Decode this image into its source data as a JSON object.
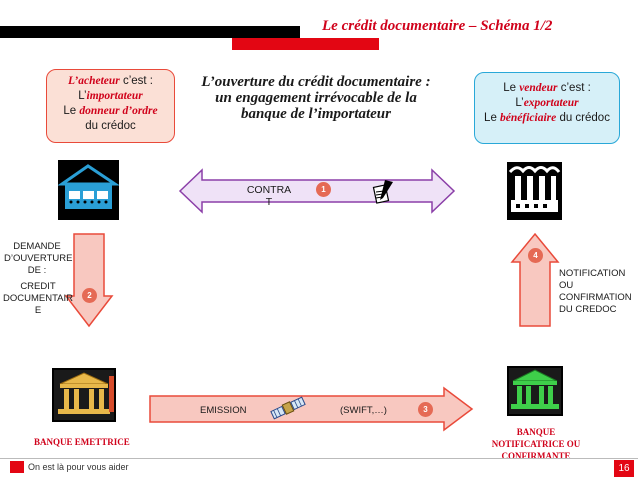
{
  "header": {
    "title": "Le crédit documentaire – Schéma 1/2"
  },
  "buyer_box": {
    "line1_hl": "L’acheteur",
    "line1_rest": " c’est :",
    "line2_pre": "L’",
    "line2_hl": "importateur",
    "line3_pre": "Le ",
    "line3_hl": "donneur d’ordre",
    "line4": "du crédoc"
  },
  "center_title": "L’ouverture du crédit documentaire : un engagement irrévocable de la banque de l’importateur",
  "seller_box": {
    "line1_pre": "Le ",
    "line1_hl": "vendeur",
    "line1_rest": " c’est :",
    "line2_pre": "L’",
    "line2_hl": "exportateur",
    "line3_pre": "Le ",
    "line3_hl": "bénéficiaire",
    "line3_rest": " du crédoc"
  },
  "contract_arrow": {
    "label": "CONTRA\nT",
    "step": "1"
  },
  "demand_label": {
    "line1": "DEMANDE\nD’OUVERTURE\nDE :",
    "line2": "CREDIT\nDOCUMENTAIR\nE",
    "step": "2"
  },
  "notification_label": {
    "text": "NOTIFICATION\nOU\nCONFIRMATION\nDU CREDOC",
    "step": "4"
  },
  "emission_arrow": {
    "label": "EMISSION",
    "swift": "(SWIFT,…)",
    "step": "3"
  },
  "issuing_bank": {
    "label": "BANQUE EMETTRICE"
  },
  "notifying_bank": {
    "label": "BANQUE\nNOTIFICATRICE OU\nCONFIRMANTE"
  },
  "footer": {
    "slogan": "On est là pour vous aider",
    "page": "16"
  },
  "colors": {
    "accent_red": "#e30613",
    "pink_arrow": "#f4a9a0",
    "violet_arrow": "#e8d0f0"
  }
}
